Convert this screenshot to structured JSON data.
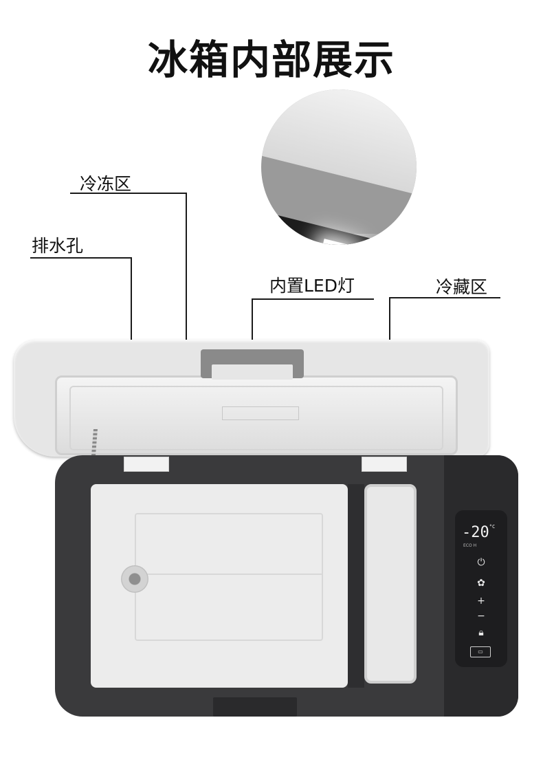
{
  "title": "冰箱内部展示",
  "labels": {
    "freezer_zone": "冷冻区",
    "drain_hole": "排水孔",
    "led_light": "内置LED灯",
    "fridge_zone": "冷藏区"
  },
  "control_panel": {
    "temperature": "-20",
    "temp_unit": "°C",
    "indicators": "ECO H",
    "buttons": [
      "power-icon",
      "gear-icon",
      "plus-icon",
      "minus-icon",
      "lock-icon",
      "battery-icon"
    ]
  },
  "colors": {
    "body": "#3a3a3c",
    "lid": "#e6e6e6",
    "interior": "#ececec"
  }
}
